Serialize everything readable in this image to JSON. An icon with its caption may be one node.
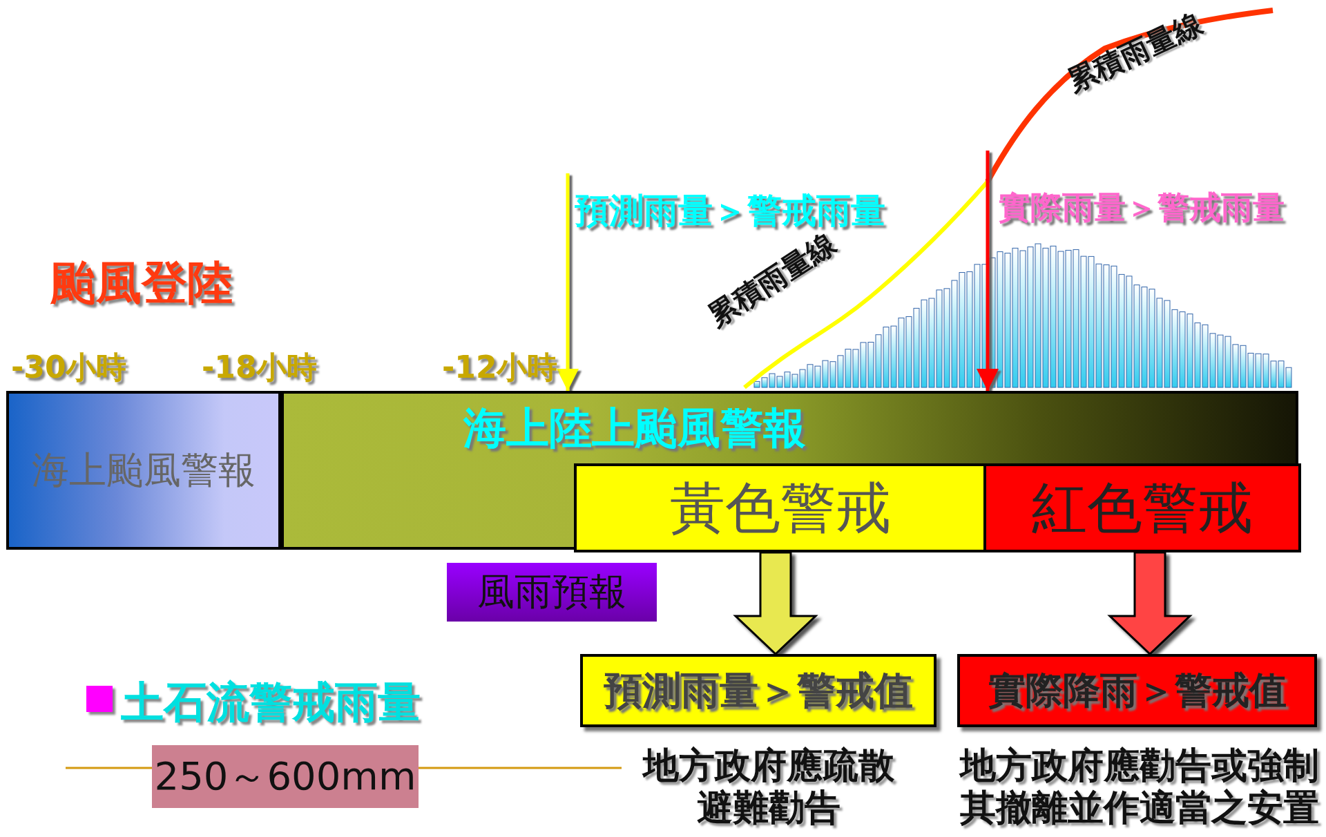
{
  "diagram": {
    "nodes": [
      {
        "text": [
          "海上颱風警報"
        ]
      },
      {
        "text": [
          "海上陸上颱風警報"
        ]
      },
      {
        "text": [
          "黃色警戒"
        ],
        "in": 1
      },
      {
        "text": [
          "紅色警戒"
        ],
        "in": 1
      },
      {
        "text": [
          "風雨預報"
        ]
      },
      {
        "text": [
          "預測雨量＞警戒值"
        ],
        "beside": [
          "地方政府應疏散避難勸告"
        ]
      },
      {
        "text": [
          "實際降雨＞警戒值"
        ],
        "beside": [
          "地方政府應勸告或強制其撤離並作適當之安置"
        ]
      },
      {
        "text": [
          "250～600mm"
        ]
      }
    ],
    "edges": [
      {
        "from": null,
        "to": 1,
        "arrow": "to",
        "label": "預測雨量＞警戒雨量",
        "color": "#ffff00"
      },
      {
        "from": null,
        "to": 1,
        "arrow": "to",
        "label": "實際雨量＞警戒雨量",
        "color": "#ff0000"
      },
      {
        "from": 2,
        "to": 5,
        "arrow": "to",
        "style": "thick",
        "color": "#e8e850"
      },
      {
        "from": 3,
        "to": 6,
        "arrow": "to",
        "style": "thick",
        "color": "#ff4444"
      }
    ],
    "labels": [
      "颱風登陸",
      "-30小時",
      "-18小時",
      "-12小時",
      "累積雨量線",
      "累積雨量線",
      "土石流警戒雨量"
    ]
  }
}
